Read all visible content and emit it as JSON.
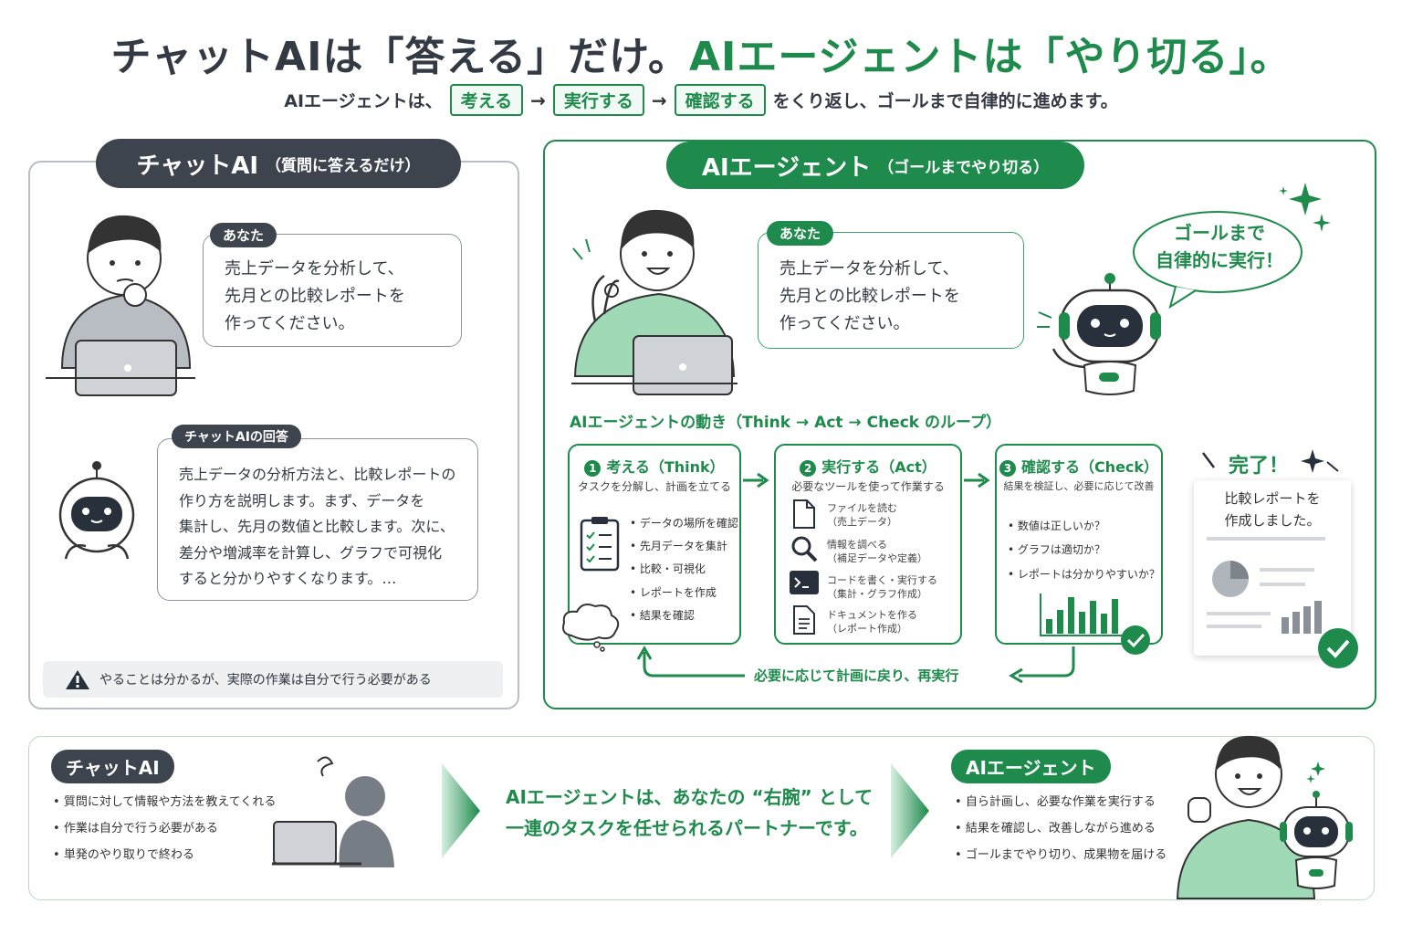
{
  "header": {
    "title_part1": "チャットAIは「答える」だけ。",
    "title_part2": "AIエージェントは「やり切る」。",
    "subtitle_prefix": "AIエージェントは、",
    "steps": [
      "考える",
      "実行する",
      "確認する"
    ],
    "arrow": "→",
    "subtitle_suffix": "をくり返し、ゴールまで自律的に進めます。"
  },
  "left_panel": {
    "title": "チャットAI",
    "title_note": "（質問に答えるだけ）",
    "user_tag": "あなた",
    "user_message": [
      "売上データを分析して、",
      "先月との比較レポートを",
      "作ってください。"
    ],
    "ai_tag": "チャットAIの回答",
    "ai_message": [
      "売上データの分析方法と、比較レポートの",
      "作り方を説明します。まず、データを",
      "集計し、先月の数値と比較します。次に、",
      "差分や増減率を計算し、グラフで可視化",
      "すると分かりやすくなります。…"
    ],
    "warning": "やることは分かるが、実際の作業は自分で行う必要がある"
  },
  "right_panel": {
    "title": "AIエージェント",
    "title_note": "（ゴールまでやり切る）",
    "user_tag": "あなた",
    "user_message": [
      "売上データを分析して、",
      "先月との比較レポートを",
      "作ってください。"
    ],
    "robot_speech": [
      "ゴールまで",
      "自律的に実行！"
    ],
    "loop_title": "AIエージェントの動き（Think → Act → Check のループ）",
    "step1": {
      "num": "1",
      "title": "考える（Think）",
      "sub": "タスクを分解し、計画を立てる",
      "items": [
        "データの場所を確認",
        "先月データを集計",
        "比較・可視化",
        "レポートを作成",
        "結果を確認"
      ]
    },
    "step2": {
      "num": "2",
      "title": "実行する（Act）",
      "sub": "必要なツールを使って作業する",
      "items": [
        {
          "icon": "file-icon",
          "l1": "ファイルを読む",
          "l2": "（売上データ）"
        },
        {
          "icon": "magnifier-icon",
          "l1": "情報を調べる",
          "l2": "（補足データや定義）"
        },
        {
          "icon": "terminal-icon",
          "l1": "コードを書く・実行する",
          "l2": "（集計・グラフ作成）"
        },
        {
          "icon": "document-icon",
          "l1": "ドキュメントを作る",
          "l2": "（レポート作成）"
        }
      ]
    },
    "step3": {
      "num": "3",
      "title": "確認する（Check）",
      "sub": "結果を検証し、必要に応じて改善",
      "items": [
        "数値は正しいか？",
        "グラフは適切か？",
        "レポートは分かりやすいか？"
      ]
    },
    "done_label": "完了！",
    "done_text": [
      "比較レポートを",
      "作成しました。"
    ],
    "loop_back": "必要に応じて計画に戻り、再実行"
  },
  "bottom": {
    "chat_tag": "チャットAI",
    "chat_items": [
      "質問に対して情報や方法を教えてくれる",
      "作業は自分で行う必要がある",
      "単発のやり取りで終わる"
    ],
    "center": [
      "AIエージェントは、あなたの “右腕” として",
      "一連のタスクを任せられるパートナーです。"
    ],
    "agent_tag": "AIエージェント",
    "agent_items": [
      "自ら計画し、必要な作業を実行する",
      "結果を確認し、改善しながら進める",
      "ゴールまでやり切り、成果物を届ける"
    ]
  },
  "colors": {
    "green": "#1e8a4c",
    "dark": "#3d444d",
    "gray_border": "#b9bec5"
  }
}
